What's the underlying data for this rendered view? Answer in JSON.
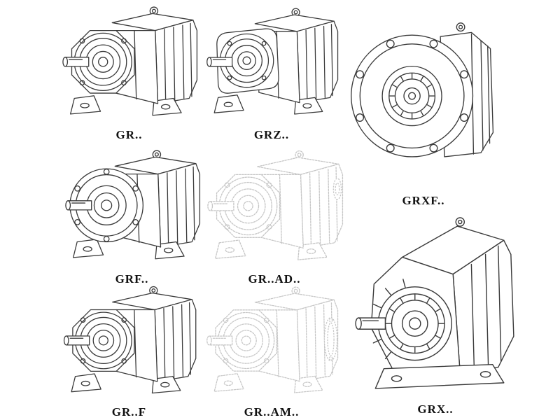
{
  "page": {
    "background": "#ffffff",
    "line_color": "#3a3a3a",
    "ghost_line_color": "#c6c6c6",
    "label_color": "#111111"
  },
  "models": [
    {
      "id": "gr",
      "label": "GR..",
      "drawing": "foot-mounted-helical-gear-unit",
      "line_style": "solid"
    },
    {
      "id": "grz",
      "label": "GRZ..",
      "drawing": "foot-mounted-helical-gear-unit-variant",
      "line_style": "solid"
    },
    {
      "id": "grxf",
      "label": "GRXF..",
      "drawing": "flange-mounted-gear-unit-front-view",
      "line_style": "solid"
    },
    {
      "id": "grf",
      "label": "GRF..",
      "drawing": "flange-and-foot-mounted-gear-unit",
      "line_style": "solid"
    },
    {
      "id": "gr_ad",
      "label": "GR..AD..",
      "drawing": "gear-unit-with-input-adapter-phantom",
      "line_style": "light"
    },
    {
      "id": "grx",
      "label": "GRX..",
      "drawing": "large-foot-mounted-gear-unit",
      "line_style": "solid"
    },
    {
      "id": "gr_f",
      "label": "GR..F",
      "drawing": "foot-mounted-helical-gear-unit",
      "line_style": "solid"
    },
    {
      "id": "gr_am",
      "label": "GR..AM..",
      "drawing": "gear-unit-with-motor-flange-phantom",
      "line_style": "light"
    }
  ]
}
